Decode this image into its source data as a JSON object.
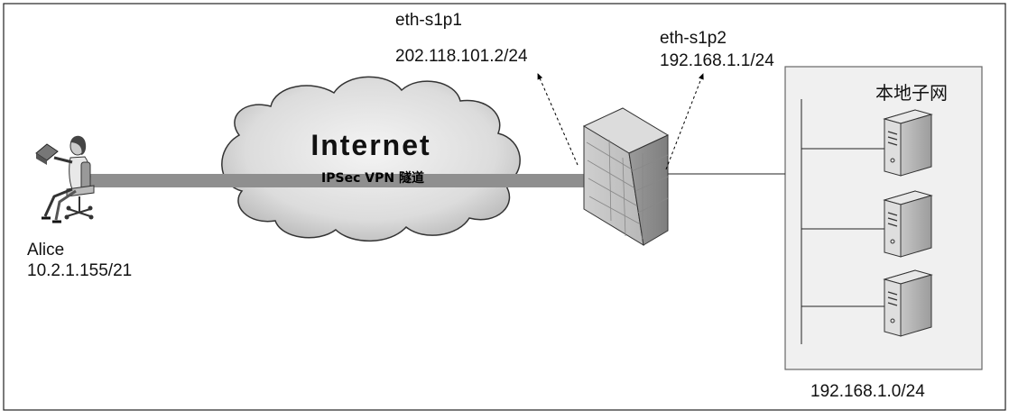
{
  "diagram": {
    "user": {
      "name": "Alice",
      "ip": "10.2.1.155/21"
    },
    "internet_label": "Internet",
    "tunnel_label": "IPSec VPN 隧道",
    "firewall": {
      "port1": {
        "name": "eth-s1p1",
        "ip": "202.118.101.2/24"
      },
      "port2": {
        "name": "eth-s1p2",
        "ip": "192.168.1.1/24"
      }
    },
    "local_subnet": {
      "title": "本地子网",
      "network": "192.168.1.0/24"
    }
  }
}
